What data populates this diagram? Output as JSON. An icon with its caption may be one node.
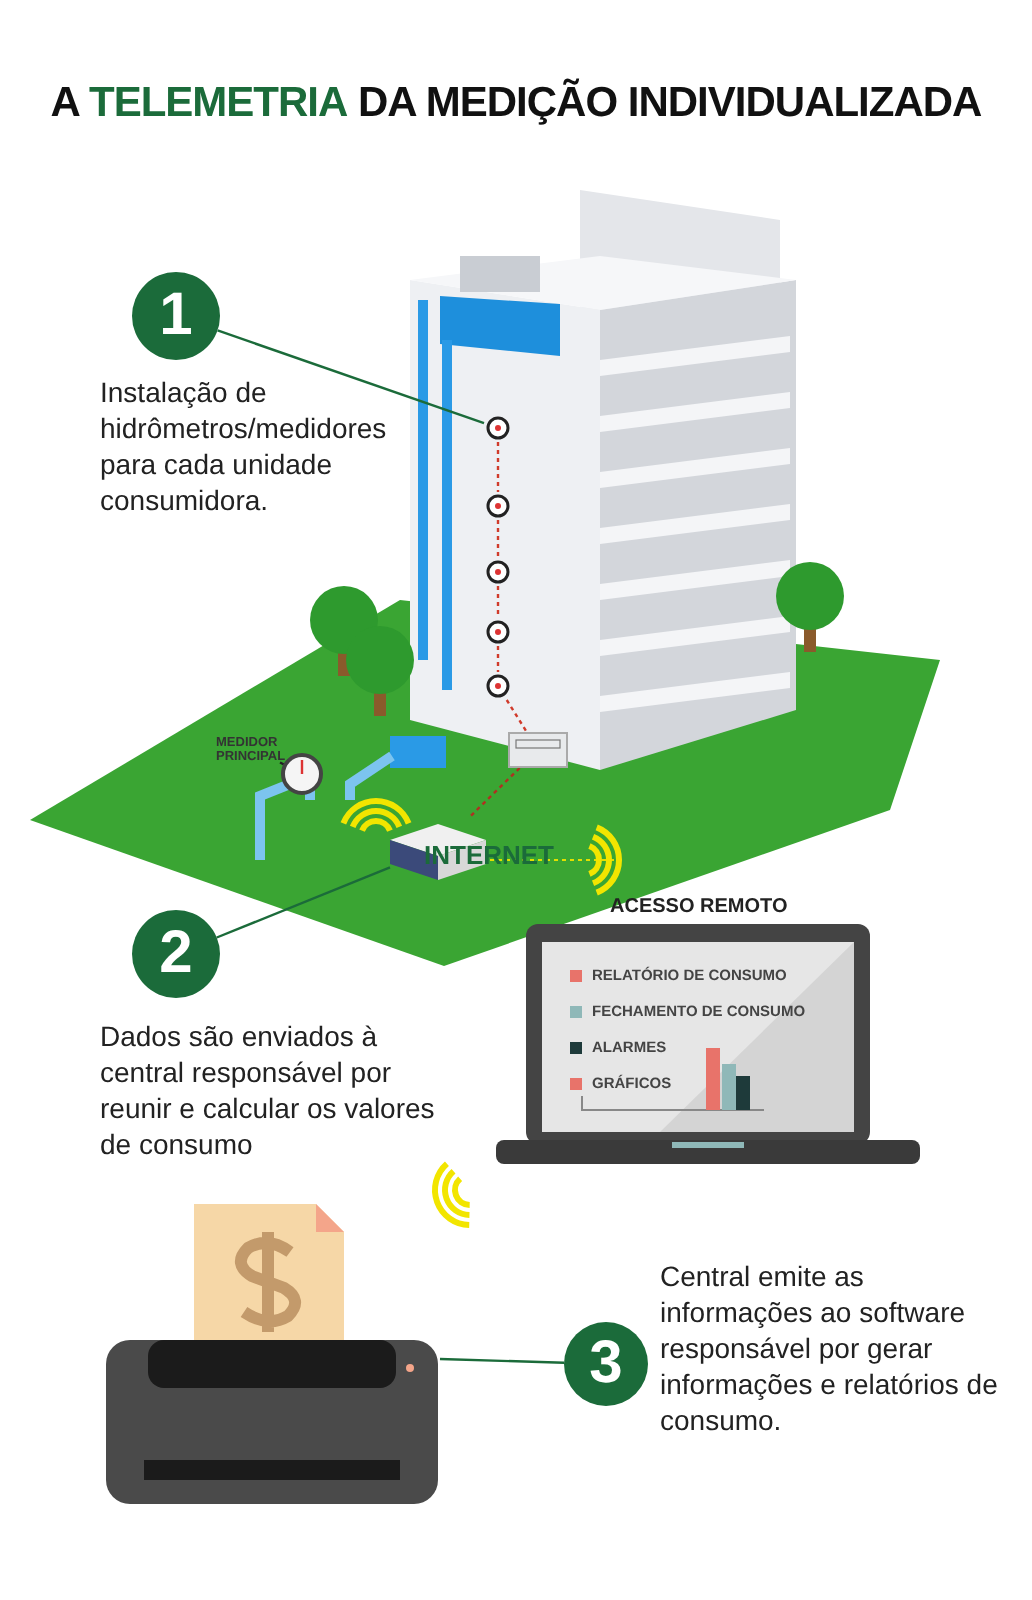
{
  "diagram": {
    "title": "A **TELEMETRIA** DA MEDIÇÃO INDIVIDUALIZADA",
    "nodes": [
      {
        "text": [
          "1"
        ],
        "beside": [
          "Instalação de hidrômetros/medidores para cada unidade consumidora."
        ]
      },
      {
        "text": [],
        "shape": "picture"
      },
      {
        "text": [
          "2"
        ],
        "beside": [
          "Dados são enviados à central responsável por reunir e calcular os valores de consumo"
        ]
      },
      {
        "text": [],
        "shape": "picture"
      },
      {
        "text": [
          "3"
        ],
        "beside": [
          "Central emite as informações ao software responsável por gerar informações e relatórios de consumo."
        ]
      },
      {
        "text": [],
        "shape": "picture"
      },
      {
        "text": [
          "MEDIDOR PRINCIPAL"
        ]
      },
      {
        "text": [],
        "shape": "picture"
      },
      {
        "text": [],
        "shape": "picture"
      },
      {
        "text": [],
        "shape": "picture"
      },
      {
        "text": [],
        "shape": "picture"
      },
      {
        "text": [],
        "shape": "picture"
      },
      {
        "text": [],
        "shape": "picture"
      }
    ],
    "edges": [
      {
        "from": 0,
        "to": 1,
        "arrow": "none",
        "color": "#1b6b3a"
      },
      {
        "from": 2,
        "to": 3,
        "arrow": "none",
        "color": "#1b6b3a"
      },
      {
        "from": 4,
        "to": 5,
        "arrow": "none",
        "color": "#1b6b3a"
      },
      {
        "from": 6,
        "to": 7,
        "arrow": "none",
        "color": "#222222"
      },
      {
        "from": 1,
        "to": 8,
        "arrow": "none",
        "style": "dashed"
      },
      {
        "from": 8,
        "to": 9,
        "arrow": "none",
        "style": "dashed"
      },
      {
        "from": 9,
        "to": 10,
        "arrow": "none",
        "style": "dashed"
      },
      {
        "from": 10,
        "to": 11,
        "arrow": "none",
        "style": "dashed"
      },
      {
        "from": 11,
        "to": 12,
        "arrow": "none",
        "style": "dashed"
      },
      {
        "from": 12,
        "to": 3,
        "arrow": "none",
        "style": "dashed",
        "color": "#b03020"
      }
    ],
    "labels": [
      "INTERNET",
      "ACESSO REMOTO"
    ],
    "legend": [
      {
        "text": "RELATÓRIO DE CONSUMO",
        "color": "#e8736a"
      },
      {
        "text": "FECHAMENTO DE CONSUMO",
        "color": "#8fb8b8"
      },
      {
        "text": "ALARMES",
        "color": "#1e3a3a"
      },
      {
        "text": "GRÁFICOS",
        "color": "#e8736a"
      }
    ]
  }
}
